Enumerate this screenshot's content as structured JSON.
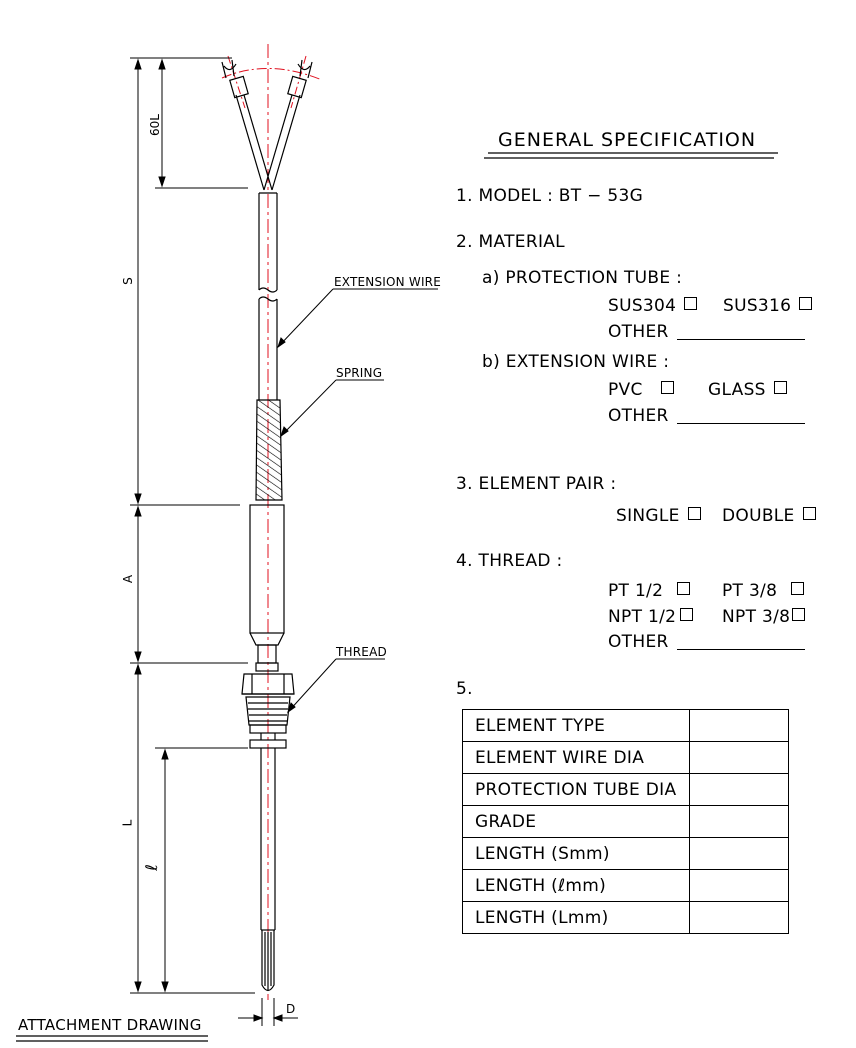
{
  "header": {
    "title": "GENERAL SPECIFICATION"
  },
  "spec": {
    "model": "1. MODEL : BT − 53G",
    "material": "2. MATERIAL",
    "protection_tube": "a) PROTECTION TUBE :",
    "sus304": "SUS304",
    "sus316": "SUS316",
    "other": "OTHER",
    "extension_wire": "b) EXTENSION WIRE :",
    "pvc": "PVC",
    "glass": "GLASS",
    "element_pair": "3. ELEMENT PAIR :",
    "single": "SINGLE",
    "double": "DOUBLE",
    "thread": "4. THREAD :",
    "pt12": "PT 1/2",
    "pt38": "PT 3/8",
    "npt12": "NPT 1/2",
    "npt38": "NPT 3/8",
    "item5": "5."
  },
  "table": {
    "rows": [
      "ELEMENT TYPE",
      "ELEMENT WIRE DIA",
      "PROTECTION TUBE DIA",
      "GRADE",
      "LENGTH (Smm)",
      "LENGTH (ℓmm)",
      "LENGTH (Lmm)"
    ]
  },
  "drawing": {
    "labels": {
      "extension_wire": "EXTENSION WIRE",
      "spring": "SPRING",
      "thread": "THREAD"
    },
    "dimensions": {
      "lead": "60L",
      "s": "S",
      "a": "A",
      "l": "L",
      "l_small": "ℓ",
      "d": "D"
    },
    "footer": "ATTACHMENT DRAWING"
  },
  "colors": {
    "line": "#000000",
    "centerline": "#e0101f"
  }
}
